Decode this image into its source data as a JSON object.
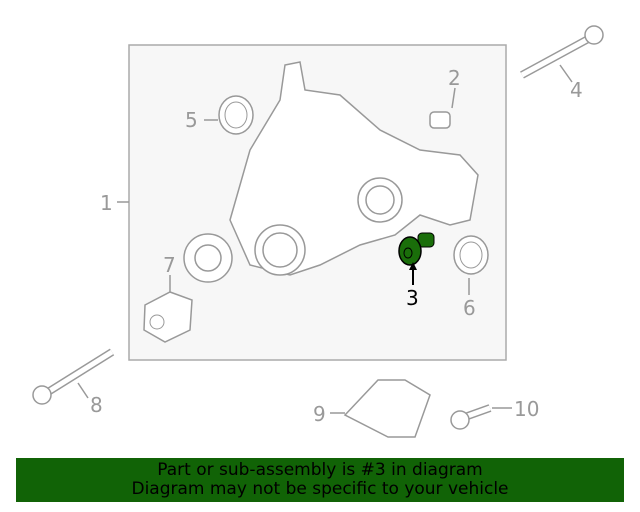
{
  "diagram": {
    "callouts": [
      {
        "number": "1"
      },
      {
        "number": "2"
      },
      {
        "number": "3"
      },
      {
        "number": "4"
      },
      {
        "number": "5"
      },
      {
        "number": "6"
      },
      {
        "number": "7"
      },
      {
        "number": "8"
      },
      {
        "number": "9"
      },
      {
        "number": "10"
      }
    ],
    "highlighted_part": "3",
    "colors": {
      "highlight": "#1a6e0a",
      "line": "#999999",
      "panel": "#f7f7f7",
      "banner": "#116306"
    }
  },
  "banner": {
    "line1": "Part or sub-assembly is #3 in diagram",
    "line2": "Diagram may not be specific to your vehicle"
  }
}
